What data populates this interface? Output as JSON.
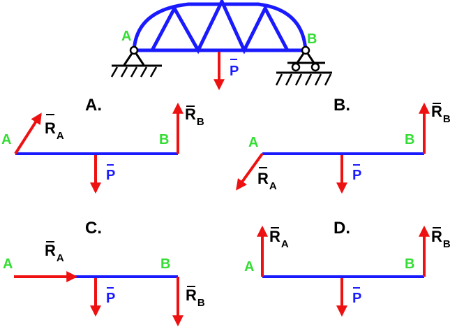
{
  "colors": {
    "beam": "#1a1aff",
    "force": "#ee1111",
    "point_label": "#33dd33",
    "text": "#000000"
  },
  "truss": {
    "support_a_label": "A",
    "support_b_label": "B",
    "load_label": "P",
    "load_arrow_direction": "down"
  },
  "options": [
    {
      "letter": "A.",
      "point_a": "A",
      "point_b": "B",
      "load_label": "P",
      "reaction_a": {
        "symbol": "R",
        "sub": "A",
        "direction": "up-right"
      },
      "reaction_b": {
        "symbol": "R",
        "sub": "B",
        "direction": "up"
      }
    },
    {
      "letter": "B.",
      "point_a": "A",
      "point_b": "B",
      "load_label": "P",
      "reaction_a": {
        "symbol": "R",
        "sub": "A",
        "direction": "down-left"
      },
      "reaction_b": {
        "symbol": "R",
        "sub": "B",
        "direction": "up"
      }
    },
    {
      "letter": "C.",
      "point_a": "A",
      "point_b": "B",
      "load_label": "P",
      "reaction_a": {
        "symbol": "R",
        "sub": "A",
        "direction": "right"
      },
      "reaction_b": {
        "symbol": "R",
        "sub": "B",
        "direction": "down"
      }
    },
    {
      "letter": "D.",
      "point_a": "A",
      "point_b": "B",
      "load_label": "P",
      "reaction_a": {
        "symbol": "R",
        "sub": "A",
        "direction": "up"
      },
      "reaction_b": {
        "symbol": "R",
        "sub": "B",
        "direction": "up"
      }
    }
  ]
}
